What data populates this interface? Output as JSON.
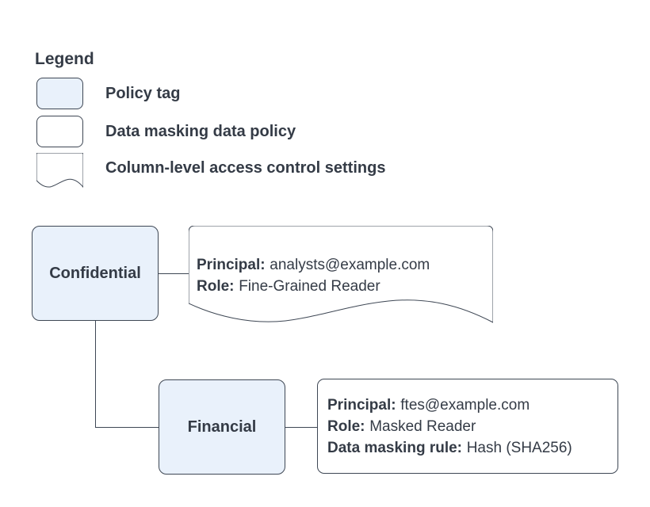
{
  "colors": {
    "policy_tag_fill": "#e9f1fb",
    "shape_fill_white": "#ffffff",
    "shape_border": "#3e4754",
    "text": "#343b46",
    "background": "#ffffff"
  },
  "legend": {
    "title": "Legend",
    "items": [
      {
        "shape": "policy-tag",
        "label": "Policy tag"
      },
      {
        "shape": "data-masking-data-policy",
        "label": "Data masking data policy"
      },
      {
        "shape": "column-level-access-control-settings",
        "label": "Column-level access control settings"
      }
    ]
  },
  "diagram": {
    "nodes": {
      "confidential": {
        "type": "policy-tag",
        "label": "Confidential"
      },
      "financial": {
        "type": "policy-tag",
        "label": "Financial"
      },
      "acl_doc": {
        "type": "column-level-access-control-settings",
        "lines": [
          {
            "label": "Principal:",
            "value": "analysts@example.com"
          },
          {
            "label": "Role:",
            "value": "Fine-Grained Reader"
          }
        ]
      },
      "masking_policy": {
        "type": "data-masking-data-policy",
        "lines": [
          {
            "label": "Principal:",
            "value": "ftes@example.com"
          },
          {
            "label": "Role:",
            "value": "Masked Reader"
          },
          {
            "label": "Data masking rule:",
            "value": "Hash (SHA256)"
          }
        ]
      }
    },
    "edges": [
      {
        "from": "confidential",
        "to": "acl_doc"
      },
      {
        "from": "confidential",
        "to": "financial"
      },
      {
        "from": "financial",
        "to": "masking_policy"
      }
    ]
  }
}
